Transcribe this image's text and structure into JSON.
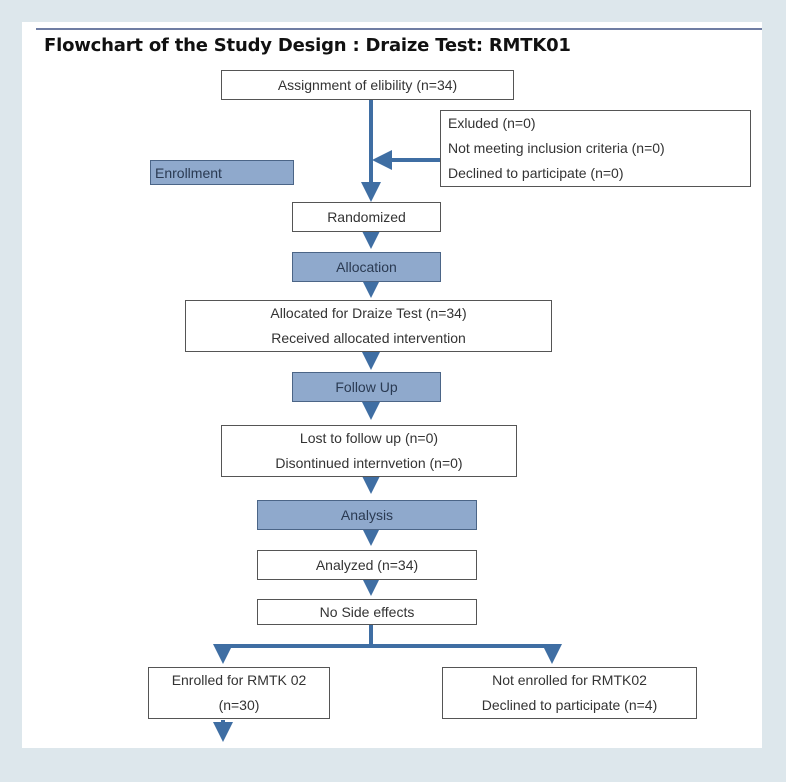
{
  "title": "Flowchart of the Study Design : Draize Test:  RMTK01",
  "colors": {
    "arrow": "#3f6ea3",
    "stage_fill": "#8fa9cc",
    "box_border": "#555555",
    "background": "#dde7ec"
  },
  "boxes": {
    "eligibility": "Assignment of elibility (n=34)",
    "excluded": [
      "Exluded (n=0)",
      "Not meeting inclusion criteria (n=0)",
      "Declined to participate (n=0)"
    ],
    "randomized": "Randomized",
    "allocated": [
      "Allocated for Draize Test (n=34)",
      "Received allocated intervention"
    ],
    "lost_followup": [
      "Lost to follow up (n=0)",
      "Disontinued internvetion (n=0)"
    ],
    "analyzed": "Analyzed (n=34)",
    "side_effects": "No Side effects",
    "enrolled_rmtk02": [
      "Enrolled for RMTK 02",
      "(n=30)"
    ],
    "not_enrolled": [
      "Not enrolled for RMTK02",
      "Declined to participate (n=4)"
    ]
  },
  "stages": {
    "enrollment": "Enrollment",
    "allocation": "Allocation",
    "follow_up": "Follow Up",
    "analysis": "Analysis"
  }
}
